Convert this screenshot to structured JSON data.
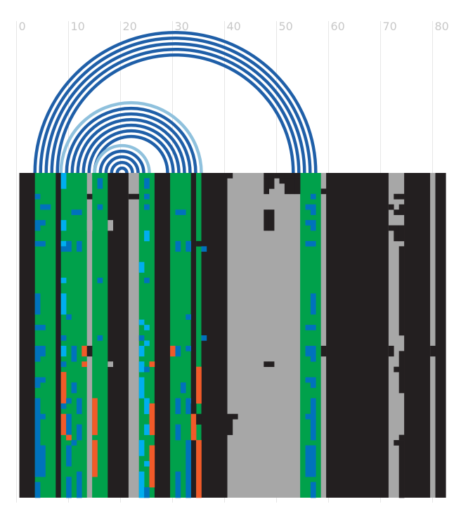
{
  "chart_data": {
    "type": "heatmap",
    "title": "",
    "xlabel": "",
    "ylabel": "",
    "xlim": [
      -1,
      82
    ],
    "x_ticks": [
      0,
      10,
      20,
      30,
      40,
      50,
      60,
      70,
      80
    ],
    "x_tick_labels": [
      "0",
      "10",
      "20",
      "30",
      "40",
      "50",
      "60",
      "70",
      "80"
    ],
    "grid": true,
    "rows": 62,
    "colors": {
      "dark": "#231f20",
      "green": "#00a14b",
      "gray": "#a7a7a7",
      "blue": "#0072bc",
      "cyan": "#00aeef",
      "orange": "#f15a29",
      "arc_dark": "#1f5fa8",
      "arc_light": "#8fc1dd"
    },
    "columns": [
      {
        "x0": 0,
        "x1": 3,
        "color": "dark"
      },
      {
        "x0": 3,
        "x1": 7,
        "color": "green"
      },
      {
        "x0": 7,
        "x1": 8,
        "color": "dark"
      },
      {
        "x0": 8,
        "x1": 13,
        "color": "green"
      },
      {
        "x0": 13,
        "x1": 14,
        "color": "gray"
      },
      {
        "x0": 14,
        "x1": 17,
        "color": "green"
      },
      {
        "x0": 17,
        "x1": 21,
        "color": "dark"
      },
      {
        "x0": 21,
        "x1": 23,
        "color": "gray"
      },
      {
        "x0": 23,
        "x1": 26,
        "color": "green"
      },
      {
        "x0": 26,
        "x1": 29,
        "color": "dark"
      },
      {
        "x0": 29,
        "x1": 33,
        "color": "green"
      },
      {
        "x0": 33,
        "x1": 34,
        "color": "dark"
      },
      {
        "x0": 34,
        "x1": 35,
        "color": "green"
      },
      {
        "x0": 35,
        "x1": 40,
        "color": "dark"
      },
      {
        "x0": 40,
        "x1": 54,
        "color": "gray"
      },
      {
        "x0": 54,
        "x1": 58,
        "color": "green"
      },
      {
        "x0": 58,
        "x1": 59,
        "color": "gray"
      },
      {
        "x0": 59,
        "x1": 71,
        "color": "dark"
      },
      {
        "x0": 71,
        "x1": 74,
        "color": "gray"
      },
      {
        "x0": 74,
        "x1": 79,
        "color": "dark"
      },
      {
        "x0": 79,
        "x1": 80,
        "color": "gray"
      },
      {
        "x0": 80,
        "x1": 82,
        "color": "dark"
      }
    ],
    "cells": [
      {
        "x": 8,
        "y0": 0,
        "y1": 3,
        "color": "cyan"
      },
      {
        "x": 15,
        "y0": 1,
        "y1": 3,
        "color": "blue"
      },
      {
        "x": 24,
        "y0": 1,
        "y1": 3,
        "color": "blue"
      },
      {
        "x": 3,
        "y0": 4,
        "y1": 5,
        "color": "blue"
      },
      {
        "x": 13,
        "y0": 4,
        "y1": 5,
        "color": "dark"
      },
      {
        "x": 21,
        "y0": 4,
        "y1": 5,
        "color": "dark"
      },
      {
        "x": 22,
        "y0": 4,
        "y1": 5,
        "color": "dark"
      },
      {
        "x": 24,
        "y0": 4,
        "y1": 5,
        "color": "blue"
      },
      {
        "x": 56,
        "y0": 4,
        "y1": 5,
        "color": "blue"
      },
      {
        "x": 4,
        "y0": 6,
        "y1": 7,
        "color": "blue"
      },
      {
        "x": 5,
        "y0": 6,
        "y1": 7,
        "color": "blue"
      },
      {
        "x": 15,
        "y0": 6,
        "y1": 7,
        "color": "blue"
      },
      {
        "x": 24,
        "y0": 6,
        "y1": 7,
        "color": "blue"
      },
      {
        "x": 55,
        "y0": 6,
        "y1": 7,
        "color": "blue"
      },
      {
        "x": 56,
        "y0": 6,
        "y1": 7,
        "color": "blue"
      },
      {
        "x": 10,
        "y0": 7,
        "y1": 8,
        "color": "blue"
      },
      {
        "x": 11,
        "y0": 7,
        "y1": 8,
        "color": "blue"
      },
      {
        "x": 30,
        "y0": 7,
        "y1": 8,
        "color": "blue"
      },
      {
        "x": 31,
        "y0": 7,
        "y1": 8,
        "color": "blue"
      },
      {
        "x": 56,
        "y0": 7,
        "y1": 8,
        "color": "blue"
      },
      {
        "x": 3,
        "y0": 9,
        "y1": 11,
        "color": "blue"
      },
      {
        "x": 4,
        "y0": 9,
        "y1": 10,
        "color": "blue"
      },
      {
        "x": 8,
        "y0": 9,
        "y1": 11,
        "color": "cyan"
      },
      {
        "x": 13,
        "y0": 9,
        "y1": 11,
        "color": "gray"
      },
      {
        "x": 17,
        "y0": 9,
        "y1": 11,
        "color": "gray"
      },
      {
        "x": 55,
        "y0": 9,
        "y1": 10,
        "color": "blue"
      },
      {
        "x": 56,
        "y0": 9,
        "y1": 11,
        "color": "blue"
      },
      {
        "x": 24,
        "y0": 11,
        "y1": 13,
        "color": "cyan"
      },
      {
        "x": 3,
        "y0": 13,
        "y1": 14,
        "color": "blue"
      },
      {
        "x": 4,
        "y0": 13,
        "y1": 14,
        "color": "blue"
      },
      {
        "x": 8,
        "y0": 13,
        "y1": 14,
        "color": "cyan"
      },
      {
        "x": 9,
        "y0": 13,
        "y1": 15,
        "color": "blue"
      },
      {
        "x": 11,
        "y0": 13,
        "y1": 15,
        "color": "blue"
      },
      {
        "x": 30,
        "y0": 13,
        "y1": 15,
        "color": "blue"
      },
      {
        "x": 32,
        "y0": 13,
        "y1": 15,
        "color": "blue"
      },
      {
        "x": 34,
        "y0": 13,
        "y1": 14,
        "color": "dark"
      },
      {
        "x": 55,
        "y0": 13,
        "y1": 14,
        "color": "blue"
      },
      {
        "x": 56,
        "y0": 13,
        "y1": 14,
        "color": "blue"
      },
      {
        "x": 8,
        "y0": 14,
        "y1": 15,
        "color": "blue"
      },
      {
        "x": 35,
        "y0": 14,
        "y1": 15,
        "color": "blue"
      },
      {
        "x": 23,
        "y0": 17,
        "y1": 19,
        "color": "cyan"
      },
      {
        "x": 8,
        "y0": 20,
        "y1": 21,
        "color": "cyan"
      },
      {
        "x": 15,
        "y0": 20,
        "y1": 21,
        "color": "blue"
      },
      {
        "x": 24,
        "y0": 20,
        "y1": 21,
        "color": "blue"
      },
      {
        "x": 3,
        "y0": 23,
        "y1": 27,
        "color": "blue"
      },
      {
        "x": 8,
        "y0": 23,
        "y1": 27,
        "color": "cyan"
      },
      {
        "x": 56,
        "y0": 23,
        "y1": 27,
        "color": "blue"
      },
      {
        "x": 9,
        "y0": 27,
        "y1": 28,
        "color": "blue"
      },
      {
        "x": 32,
        "y0": 27,
        "y1": 28,
        "color": "blue"
      },
      {
        "x": 23,
        "y0": 28,
        "y1": 29,
        "color": "cyan"
      },
      {
        "x": 3,
        "y0": 29,
        "y1": 30,
        "color": "blue"
      },
      {
        "x": 4,
        "y0": 29,
        "y1": 30,
        "color": "blue"
      },
      {
        "x": 24,
        "y0": 29,
        "y1": 30,
        "color": "cyan"
      },
      {
        "x": 55,
        "y0": 29,
        "y1": 30,
        "color": "blue"
      },
      {
        "x": 56,
        "y0": 29,
        "y1": 30,
        "color": "blue"
      },
      {
        "x": 8,
        "y0": 31,
        "y1": 32,
        "color": "blue"
      },
      {
        "x": 15,
        "y0": 31,
        "y1": 32,
        "color": "blue"
      },
      {
        "x": 23,
        "y0": 31,
        "y1": 32,
        "color": "blue"
      },
      {
        "x": 35,
        "y0": 31,
        "y1": 32,
        "color": "blue"
      },
      {
        "x": 24,
        "y0": 32,
        "y1": 33,
        "color": "cyan"
      },
      {
        "x": 3,
        "y0": 33,
        "y1": 36,
        "color": "blue"
      },
      {
        "x": 4,
        "y0": 33,
        "y1": 35,
        "color": "blue"
      },
      {
        "x": 8,
        "y0": 33,
        "y1": 35,
        "color": "cyan"
      },
      {
        "x": 10,
        "y0": 33,
        "y1": 36,
        "color": "blue"
      },
      {
        "x": 12,
        "y0": 33,
        "y1": 35,
        "color": "orange"
      },
      {
        "x": 13,
        "y0": 33,
        "y1": 35,
        "color": "dark"
      },
      {
        "x": 23,
        "y0": 33,
        "y1": 35,
        "color": "cyan"
      },
      {
        "x": 29,
        "y0": 33,
        "y1": 35,
        "color": "orange"
      },
      {
        "x": 30,
        "y0": 33,
        "y1": 35,
        "color": "blue"
      },
      {
        "x": 32,
        "y0": 33,
        "y1": 34,
        "color": "blue"
      },
      {
        "x": 55,
        "y0": 33,
        "y1": 35,
        "color": "blue"
      },
      {
        "x": 56,
        "y0": 33,
        "y1": 36,
        "color": "blue"
      },
      {
        "x": 58,
        "y0": 33,
        "y1": 35,
        "color": "dark"
      },
      {
        "x": 79,
        "y0": 33,
        "y1": 35,
        "color": "dark"
      },
      {
        "x": 17,
        "y0": 36,
        "y1": 37,
        "color": "gray"
      },
      {
        "x": 8,
        "y0": 36,
        "y1": 37,
        "color": "blue"
      },
      {
        "x": 12,
        "y0": 36,
        "y1": 37,
        "color": "orange"
      },
      {
        "x": 23,
        "y0": 36,
        "y1": 38,
        "color": "cyan"
      },
      {
        "x": 25,
        "y0": 36,
        "y1": 37,
        "color": "orange"
      },
      {
        "x": 24,
        "y0": 37,
        "y1": 38,
        "color": "blue"
      },
      {
        "x": 34,
        "y0": 37,
        "y1": 38,
        "color": "orange"
      },
      {
        "x": 72,
        "y0": 37,
        "y1": 38,
        "color": "dark"
      },
      {
        "x": 3,
        "y0": 39,
        "y1": 40,
        "color": "blue"
      },
      {
        "x": 4,
        "y0": 39,
        "y1": 40,
        "color": "blue"
      },
      {
        "x": 8,
        "y0": 38,
        "y1": 44,
        "color": "orange"
      },
      {
        "x": 23,
        "y0": 39,
        "y1": 43,
        "color": "cyan"
      },
      {
        "x": 34,
        "y0": 38,
        "y1": 44,
        "color": "orange"
      },
      {
        "x": 55,
        "y0": 39,
        "y1": 40,
        "color": "blue"
      },
      {
        "x": 56,
        "y0": 39,
        "y1": 41,
        "color": "blue"
      },
      {
        "x": 3,
        "y0": 40,
        "y1": 41,
        "color": "blue"
      },
      {
        "x": 10,
        "y0": 40,
        "y1": 42,
        "color": "blue"
      },
      {
        "x": 31,
        "y0": 40,
        "y1": 42,
        "color": "blue"
      },
      {
        "x": 3,
        "y0": 43,
        "y1": 46,
        "color": "blue"
      },
      {
        "x": 8,
        "y0": 44,
        "y1": 45,
        "color": "blue"
      },
      {
        "x": 9,
        "y0": 43,
        "y1": 44,
        "color": "blue"
      },
      {
        "x": 11,
        "y0": 43,
        "y1": 46,
        "color": "blue"
      },
      {
        "x": 14,
        "y0": 43,
        "y1": 50,
        "color": "orange"
      },
      {
        "x": 24,
        "y0": 43,
        "y1": 46,
        "color": "cyan"
      },
      {
        "x": 25,
        "y0": 44,
        "y1": 50,
        "color": "orange"
      },
      {
        "x": 30,
        "y0": 43,
        "y1": 46,
        "color": "blue"
      },
      {
        "x": 32,
        "y0": 43,
        "y1": 46,
        "color": "blue"
      },
      {
        "x": 33,
        "y0": 44,
        "y1": 46,
        "color": "dark"
      },
      {
        "x": 56,
        "y0": 43,
        "y1": 46,
        "color": "blue"
      },
      {
        "x": 3,
        "y0": 46,
        "y1": 47,
        "color": "blue"
      },
      {
        "x": 4,
        "y0": 46,
        "y1": 47,
        "color": "blue"
      },
      {
        "x": 8,
        "y0": 46,
        "y1": 50,
        "color": "orange"
      },
      {
        "x": 9,
        "y0": 46,
        "y1": 50,
        "color": "blue"
      },
      {
        "x": 33,
        "y0": 46,
        "y1": 50,
        "color": "orange"
      },
      {
        "x": 34,
        "y0": 46,
        "y1": 48,
        "color": "dark"
      },
      {
        "x": 55,
        "y0": 46,
        "y1": 47,
        "color": "blue"
      },
      {
        "x": 56,
        "y0": 46,
        "y1": 47,
        "color": "blue"
      },
      {
        "x": 3,
        "y0": 47,
        "y1": 51,
        "color": "blue"
      },
      {
        "x": 11,
        "y0": 48,
        "y1": 51,
        "color": "blue"
      },
      {
        "x": 24,
        "y0": 48,
        "y1": 50,
        "color": "cyan"
      },
      {
        "x": 30,
        "y0": 48,
        "y1": 51,
        "color": "blue"
      },
      {
        "x": 56,
        "y0": 47,
        "y1": 51,
        "color": "blue"
      },
      {
        "x": 9,
        "y0": 50,
        "y1": 51,
        "color": "orange"
      },
      {
        "x": 33,
        "y0": 50,
        "y1": 51,
        "color": "orange"
      },
      {
        "x": 3,
        "y0": 51,
        "y1": 52,
        "color": "blue"
      },
      {
        "x": 10,
        "y0": 51,
        "y1": 52,
        "color": "blue"
      },
      {
        "x": 14,
        "y0": 51,
        "y1": 52,
        "color": "orange"
      },
      {
        "x": 23,
        "y0": 51,
        "y1": 52,
        "color": "cyan"
      },
      {
        "x": 32,
        "y0": 51,
        "y1": 52,
        "color": "blue"
      },
      {
        "x": 34,
        "y0": 51,
        "y1": 52,
        "color": "orange"
      },
      {
        "x": 72,
        "y0": 51,
        "y1": 52,
        "color": "dark"
      },
      {
        "x": 3,
        "y0": 52,
        "y1": 58,
        "color": "blue"
      },
      {
        "x": 4,
        "y0": 52,
        "y1": 58,
        "color": "blue"
      },
      {
        "x": 9,
        "y0": 52,
        "y1": 56,
        "color": "blue"
      },
      {
        "x": 14,
        "y0": 52,
        "y1": 58,
        "color": "orange"
      },
      {
        "x": 23,
        "y0": 52,
        "y1": 54,
        "color": "cyan"
      },
      {
        "x": 25,
        "y0": 52,
        "y1": 60,
        "color": "orange"
      },
      {
        "x": 32,
        "y0": 52,
        "y1": 62,
        "color": "blue"
      },
      {
        "x": 34,
        "y0": 52,
        "y1": 62,
        "color": "orange"
      },
      {
        "x": 55,
        "y0": 52,
        "y1": 58,
        "color": "blue"
      },
      {
        "x": 56,
        "y0": 52,
        "y1": 58,
        "color": "blue"
      },
      {
        "x": 24,
        "y0": 55,
        "y1": 56,
        "color": "cyan"
      },
      {
        "x": 11,
        "y0": 57,
        "y1": 62,
        "color": "blue"
      },
      {
        "x": 30,
        "y0": 57,
        "y1": 62,
        "color": "blue"
      },
      {
        "x": 9,
        "y0": 58,
        "y1": 62,
        "color": "blue"
      },
      {
        "x": 23,
        "y0": 57,
        "y1": 62,
        "color": "cyan"
      },
      {
        "x": 24,
        "y0": 60,
        "y1": 62,
        "color": "blue"
      },
      {
        "x": 3,
        "y0": 59,
        "y1": 62,
        "color": "blue"
      },
      {
        "x": 56,
        "y0": 59,
        "y1": 62,
        "color": "blue"
      },
      {
        "x": 40,
        "y0": 0,
        "y1": 1,
        "color": "dark"
      },
      {
        "x": 47,
        "y0": 0,
        "y1": 1,
        "color": "dark"
      },
      {
        "x": 48,
        "y0": 0,
        "y1": 1,
        "color": "dark"
      },
      {
        "x": 49,
        "y0": 0,
        "y1": 1,
        "color": "dark"
      },
      {
        "x": 50,
        "y0": 0,
        "y1": 1,
        "color": "dark"
      },
      {
        "x": 51,
        "y0": 0,
        "y1": 1,
        "color": "dark"
      },
      {
        "x": 52,
        "y0": 0,
        "y1": 1,
        "color": "dark"
      },
      {
        "x": 53,
        "y0": 0,
        "y1": 1,
        "color": "dark"
      },
      {
        "x": 47,
        "y0": 1,
        "y1": 4,
        "color": "dark"
      },
      {
        "x": 48,
        "y0": 1,
        "y1": 3,
        "color": "dark"
      },
      {
        "x": 50,
        "y0": 1,
        "y1": 2,
        "color": "dark"
      },
      {
        "x": 51,
        "y0": 1,
        "y1": 4,
        "color": "dark"
      },
      {
        "x": 52,
        "y0": 1,
        "y1": 4,
        "color": "dark"
      },
      {
        "x": 53,
        "y0": 1,
        "y1": 4,
        "color": "dark"
      },
      {
        "x": 58,
        "y0": 3,
        "y1": 4,
        "color": "dark"
      },
      {
        "x": 47,
        "y0": 7,
        "y1": 11,
        "color": "dark"
      },
      {
        "x": 48,
        "y0": 7,
        "y1": 11,
        "color": "dark"
      },
      {
        "x": 47,
        "y0": 36,
        "y1": 37,
        "color": "dark"
      },
      {
        "x": 48,
        "y0": 36,
        "y1": 37,
        "color": "dark"
      },
      {
        "x": 40,
        "y0": 46,
        "y1": 47,
        "color": "dark"
      },
      {
        "x": 41,
        "y0": 46,
        "y1": 47,
        "color": "dark"
      },
      {
        "x": 40,
        "y0": 47,
        "y1": 50,
        "color": "dark"
      },
      {
        "x": 72,
        "y0": 4,
        "y1": 5,
        "color": "dark"
      },
      {
        "x": 73,
        "y0": 4,
        "y1": 5,
        "color": "dark"
      },
      {
        "x": 71,
        "y0": 6,
        "y1": 7,
        "color": "dark"
      },
      {
        "x": 73,
        "y0": 6,
        "y1": 7,
        "color": "dark"
      },
      {
        "x": 72,
        "y0": 7,
        "y1": 8,
        "color": "dark"
      },
      {
        "x": 73,
        "y0": 7,
        "y1": 8,
        "color": "dark"
      },
      {
        "x": 71,
        "y0": 10,
        "y1": 11,
        "color": "dark"
      },
      {
        "x": 72,
        "y0": 10,
        "y1": 11,
        "color": "dark"
      },
      {
        "x": 72,
        "y0": 11,
        "y1": 13,
        "color": "dark"
      },
      {
        "x": 73,
        "y0": 10,
        "y1": 13,
        "color": "dark"
      },
      {
        "x": 73,
        "y0": 14,
        "y1": 31,
        "color": "dark"
      },
      {
        "x": 73,
        "y0": 34,
        "y1": 42,
        "color": "dark"
      },
      {
        "x": 73,
        "y0": 50,
        "y1": 51,
        "color": "dark"
      },
      {
        "x": 73,
        "y0": 51,
        "y1": 62,
        "color": "dark"
      },
      {
        "x": 71,
        "y0": 33,
        "y1": 35,
        "color": "dark"
      }
    ],
    "arcs": [
      {
        "x0": 3,
        "x1": 57,
        "colors": [
          "arc_dark",
          "arc_dark",
          "arc_dark",
          "arc_dark",
          "arc_dark"
        ]
      },
      {
        "x0": 8,
        "x1": 35,
        "colors": [
          "arc_light",
          "arc_dark",
          "arc_dark",
          "arc_dark",
          "arc_dark",
          "arc_dark",
          "arc_dark"
        ]
      },
      {
        "x0": 14.5,
        "x1": 25,
        "colors": [
          "arc_light",
          "arc_dark",
          "arc_dark",
          "arc_dark",
          "arc_dark"
        ]
      }
    ]
  }
}
